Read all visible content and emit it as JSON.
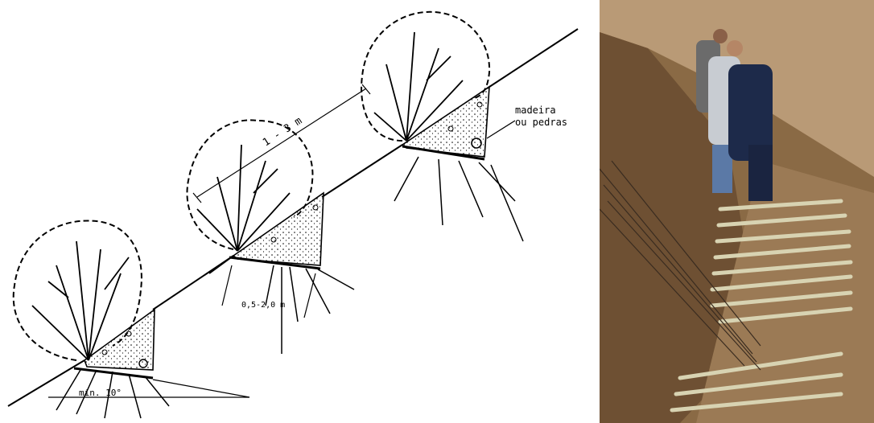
{
  "diagram": {
    "label_material_line1": "madeira",
    "label_material_line2": "ou pedras",
    "label_spacing_along_slope": "1 - 3 m",
    "label_terrace_width": "0,5-2,0 m",
    "label_min_angle": "min. 10°"
  },
  "photo": {
    "description_icon": "photo-workers-laying-cuttings"
  }
}
